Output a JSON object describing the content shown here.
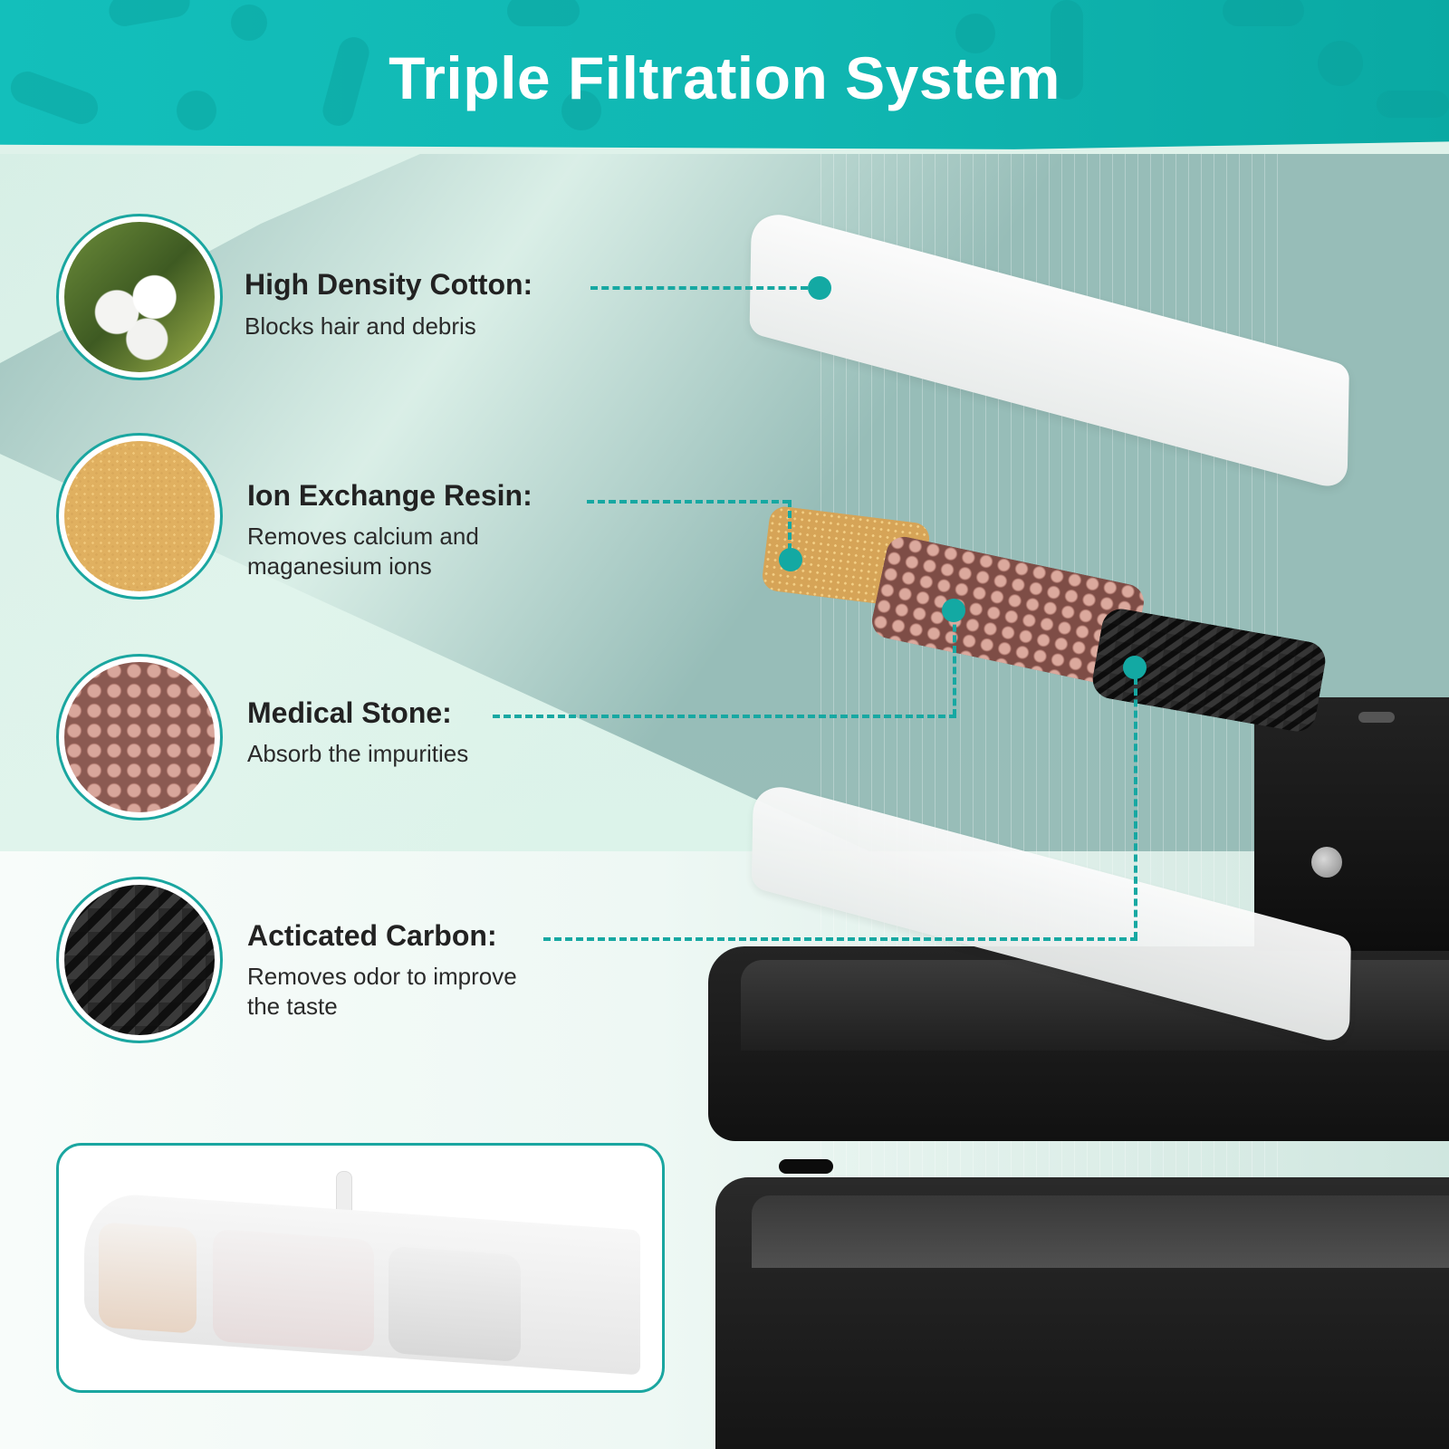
{
  "header": {
    "title": "Triple Filtration System",
    "background_color": "#13bfbb",
    "title_color": "#ffffff"
  },
  "features": [
    {
      "id": "cotton",
      "title": "High Density Cotton:",
      "description": "Blocks hair and debris",
      "image": "cotton-plant-photo"
    },
    {
      "id": "resin",
      "title": "Ion Exchange Resin:",
      "description_lines": [
        "Removes calcium and",
        "maganesium ions"
      ],
      "image": "resin-beads-photo"
    },
    {
      "id": "stone",
      "title": "Medical Stone:",
      "description": "Absorb the impurities",
      "image": "medical-stone-balls-photo"
    },
    {
      "id": "carbon",
      "title": "Acticated Carbon:",
      "description_lines": [
        "Removes odor to improve",
        "the taste"
      ],
      "image": "activated-carbon-photo"
    }
  ],
  "colors": {
    "accent": "#17a8a2",
    "text_dark": "#222222",
    "background_mint": "#dcf3ea",
    "background_shadow": "#93b9b5"
  },
  "illustration": {
    "layers": [
      "top-cotton-tray",
      "resin-block",
      "medical-stone-block",
      "carbon-block",
      "bottom-cotton-tray"
    ],
    "product": "black-pet-water-fountain"
  },
  "inset": {
    "image": "filter-cartridge-photo"
  }
}
